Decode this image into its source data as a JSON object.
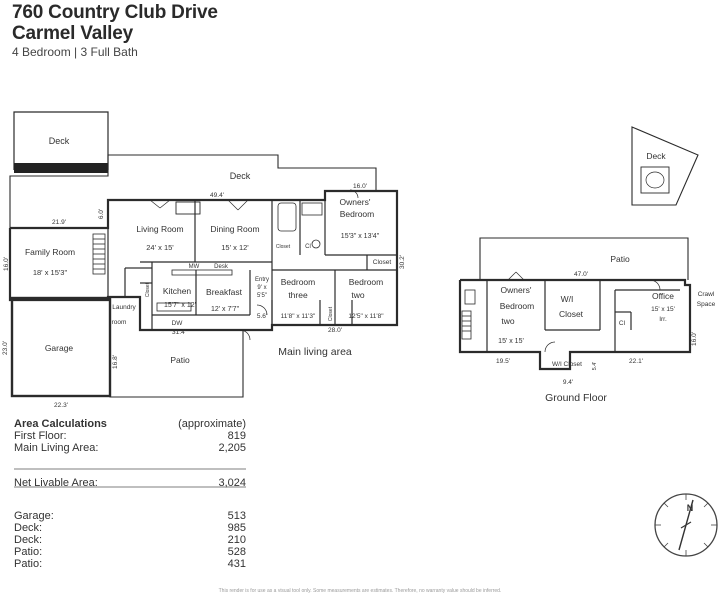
{
  "header": {
    "address": "760 Country Club Drive",
    "city": "Carmel Valley",
    "summary": "4 Bedroom  |  3 Full Bath"
  },
  "main_floor": {
    "caption": "Main living area",
    "rooms": {
      "deck_upper": "Deck",
      "deck_long": "Deck",
      "family_name": "Family Room",
      "family_dim": "18' x 15'3\"",
      "living_name": "Living Room",
      "living_dim": "24' x 15'",
      "dining_name": "Dining Room",
      "dining_dim": "15' x 12'",
      "owners_line1": "Owners'",
      "owners_line2": "Bedroom",
      "owners_dim": "15'3\" x 13'4\"",
      "closet_owner": "Closet",
      "closet_hall": "Closet",
      "cl": "Cl",
      "mw": "MW",
      "desk": "Desk",
      "kitchen_name": "Kitchen",
      "kitchen_dim": "15'7\" x 12'",
      "breakfast_name": "Breakfast",
      "breakfast_dim": "12' x 7'7\"",
      "dw": "DW",
      "laundry_line1": "Laundry",
      "laundry_line2": "room",
      "entry_line1": "Entry",
      "entry_line2": "9' x",
      "entry_line3": "5'5\"",
      "bed3_line1": "Bedroom",
      "bed3_line2": "three",
      "bed3_dim": "11'8\" x 11'3\"",
      "bed2_line1": "Bedroom",
      "bed2_line2": "two",
      "bed2_dim": "12'5\" x 11'8\"",
      "garage": "Garage",
      "patio": "Patio",
      "closet_small1": "Closet",
      "closet_small2": "Closet"
    },
    "dims": {
      "d_21_9": "21.9'",
      "d_6_0": "6.0'",
      "d_49_4": "49.4'",
      "d_16_0a": "16.0'",
      "d_16_0b": "16.0'",
      "d_30_2": "30.2'",
      "d_23_0": "23.0'",
      "d_16_8": "16.8'",
      "d_31_4": "31.4'",
      "d_5_6": "5.6'",
      "d_28_0": "28.0'",
      "d_22_3": "22.3'"
    }
  },
  "ground_floor": {
    "caption": "Ground Floor",
    "rooms": {
      "deck": "Deck",
      "patio": "Patio",
      "owners_line1": "Owners'",
      "owners_line2": "Bedroom",
      "owners_line3": "two",
      "owners_dim": "15' x 15'",
      "wi_line1": "W/I",
      "wi_line2": "Closet",
      "wi_small": "W/I Closet",
      "office": "Office",
      "office_dim": "15' x 15'",
      "office_irr": "Irr.",
      "crawl_line1": "Crawl",
      "crawl_line2": "Space",
      "cl": "Cl"
    },
    "dims": {
      "d_47_0": "47.0'",
      "d_19_5": "19.5'",
      "d_9_4": "9.4'",
      "d_22_1": "22.1'",
      "d_16_0": "16.0'",
      "d_5_4": "5.4'"
    }
  },
  "area_calculations": {
    "heading": "Area Calculations",
    "note": "(approximate)",
    "rows_top": [
      {
        "label": "First Floor:",
        "value": "819"
      },
      {
        "label": "Main Living Area:",
        "value": "2,205"
      }
    ],
    "net": {
      "label": "Net Livable Area:",
      "value": "3,024"
    },
    "rows_bottom": [
      {
        "label": "Garage:",
        "value": "513"
      },
      {
        "label": "Deck:",
        "value": "985"
      },
      {
        "label": "Deck:",
        "value": "210"
      },
      {
        "label": "Patio:",
        "value": "528"
      },
      {
        "label": "Patio:",
        "value": "431"
      }
    ]
  },
  "compass": {
    "north": "N"
  },
  "disclaimer": "This render is for use as a visual tool only. Some measurements are estimates. Therefore, no warranty value should be inferred.",
  "colors": {
    "wall": "#2b2b2b",
    "thin": "#555555",
    "dark_bar": "#222222"
  }
}
